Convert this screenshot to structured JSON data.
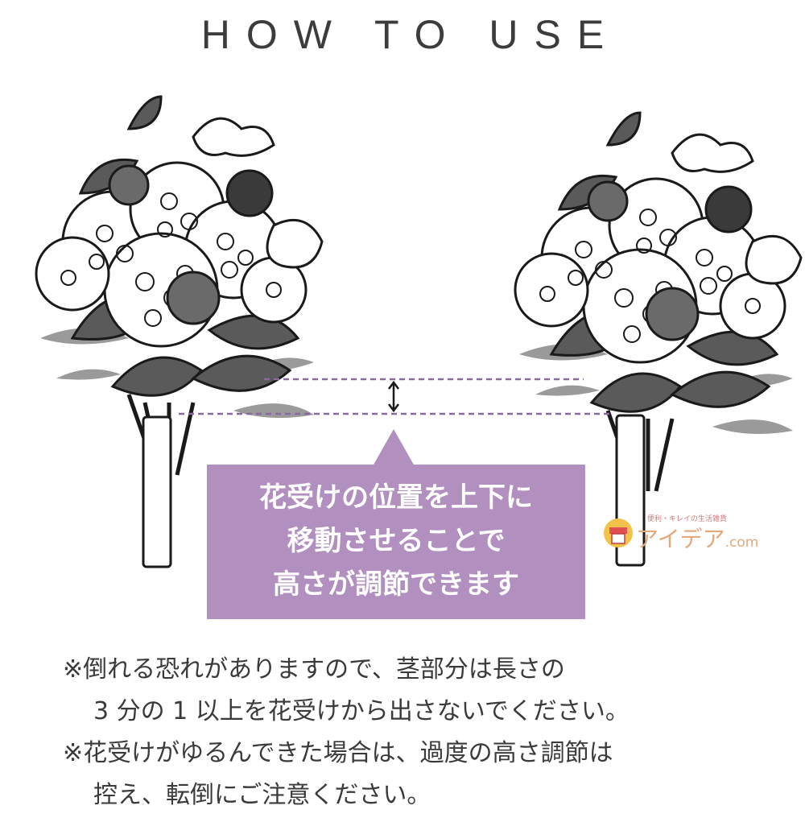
{
  "header": {
    "title": "HOW TO USE"
  },
  "callout": {
    "lines": [
      "花受けの位置を上下に",
      "移動させることで",
      "高さが調節できます"
    ]
  },
  "logo": {
    "tagline": "便利・キレイの生活雑貨",
    "name": "アイデア",
    "suffix": ".com"
  },
  "notes": {
    "lines": [
      "※倒れる恐れがありますので、茎部分は長さの",
      "3 分の 1 以上を花受けから出さないでください。",
      "※花受けがゆるんできた場合は、過度の高さ調節は",
      "控え、転倒にご注意ください。"
    ]
  },
  "colors": {
    "accent": "#b18fbf",
    "dashed_line": "#8a6a9a",
    "text": "#3a3a3a"
  },
  "icons": [
    "flower-bouquet-icon",
    "flower-holder-tube-icon",
    "double-arrow-icon"
  ]
}
